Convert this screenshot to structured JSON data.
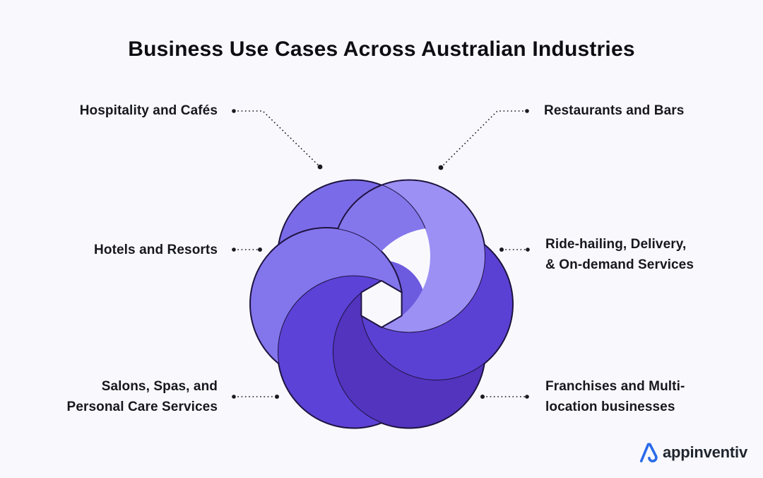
{
  "title": "Business Use Cases Across Australian Industries",
  "labels": [
    {
      "id": "hospitality",
      "text": "Hospitality and Cafés"
    },
    {
      "id": "restaurants",
      "text": "Restaurants and Bars"
    },
    {
      "id": "hotels",
      "text": "Hotels and Resorts"
    },
    {
      "id": "ride_hailing",
      "text": "Ride-hailing, Delivery,\n& On-demand Services"
    },
    {
      "id": "salons",
      "text": "Salons, Spas, and\nPersonal Care Services"
    },
    {
      "id": "franchises",
      "text": "Franchises and Multi-\nlocation businesses"
    }
  ],
  "flower": {
    "petal_colors": {
      "top_left": "#7A6CE8",
      "top_right": "#9C90F4",
      "right": "#5B41D3",
      "bottom_right": "#5234BE",
      "bottom_left": "#5C42D6",
      "left": "#8375EC"
    },
    "lens_color": "#8477EC",
    "core_color": "#6C5ADF",
    "outline_color": "#1E1340",
    "hole_color": "#F9F9FD"
  },
  "connectors": {
    "color": "#1A1A22"
  },
  "background": "#F9F9FD",
  "logo": {
    "text": "appinventiv",
    "mark_color": "#2B6BEA",
    "text_color": "#1F252D"
  }
}
